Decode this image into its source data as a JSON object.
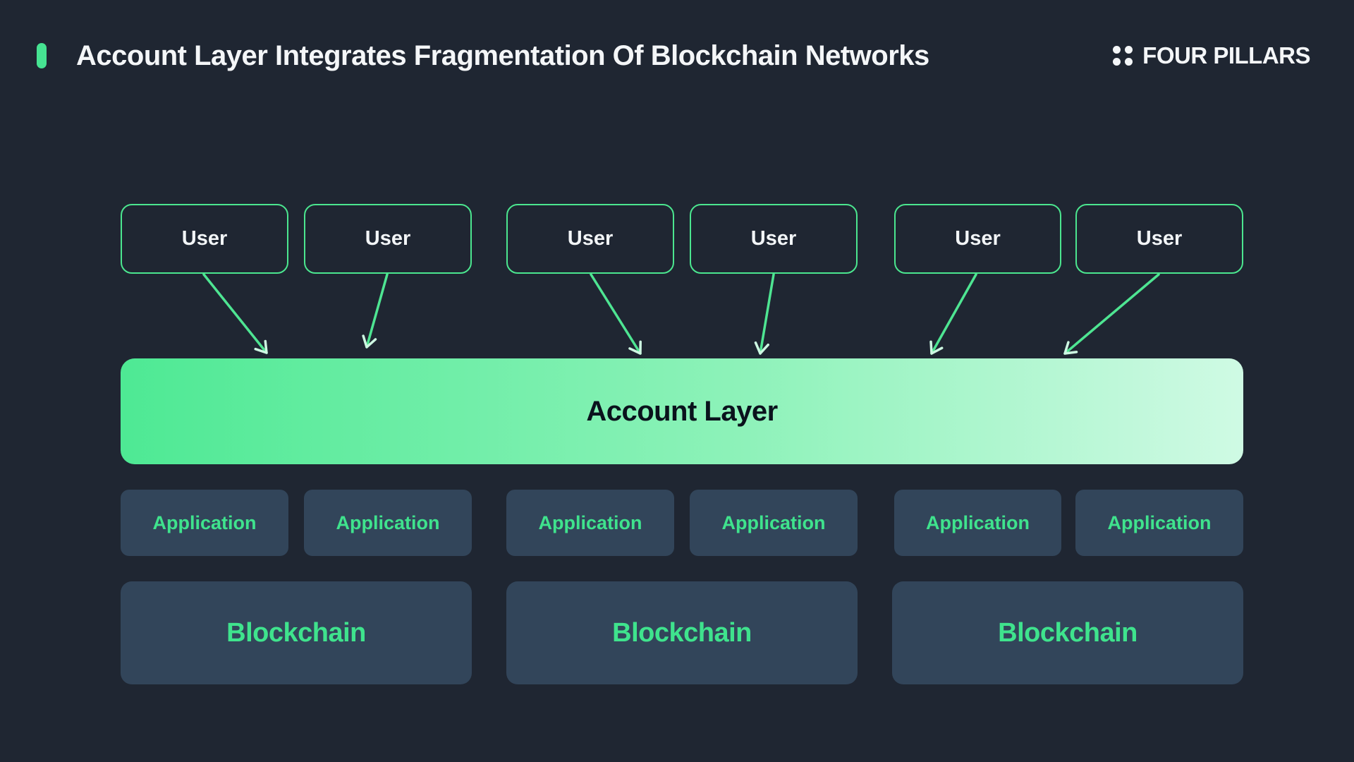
{
  "colors": {
    "background": "#1f2632",
    "accent_green": "#46e392",
    "node_border_green": "#4be68f",
    "arrow_green": "#4ee592",
    "arrowhead_mint": "#cdf8e2",
    "account_layer_gradient_start": "#4ee994",
    "account_layer_gradient_end": "#cffae4",
    "panel_slate": "#32455a",
    "panel_text_green": "#3fe38d",
    "title_text": "#f4f6f8",
    "account_layer_text": "#0a121c"
  },
  "header": {
    "title": "Account Layer Integrates Fragmentation Of Blockchain Networks",
    "brand": "FOUR PILLARS"
  },
  "diagram": {
    "users": [
      "User",
      "User",
      "User",
      "User",
      "User",
      "User"
    ],
    "account_layer": "Account Layer",
    "applications": [
      "Application",
      "Application",
      "Application",
      "Application",
      "Application",
      "Application"
    ],
    "blockchains": [
      "Blockchain",
      "Blockchain",
      "Blockchain"
    ],
    "connections": [
      {
        "from": "user-1",
        "to": "account-layer"
      },
      {
        "from": "user-2",
        "to": "account-layer"
      },
      {
        "from": "user-3",
        "to": "account-layer"
      },
      {
        "from": "user-4",
        "to": "account-layer"
      },
      {
        "from": "user-5",
        "to": "account-layer"
      },
      {
        "from": "user-6",
        "to": "account-layer"
      }
    ]
  }
}
